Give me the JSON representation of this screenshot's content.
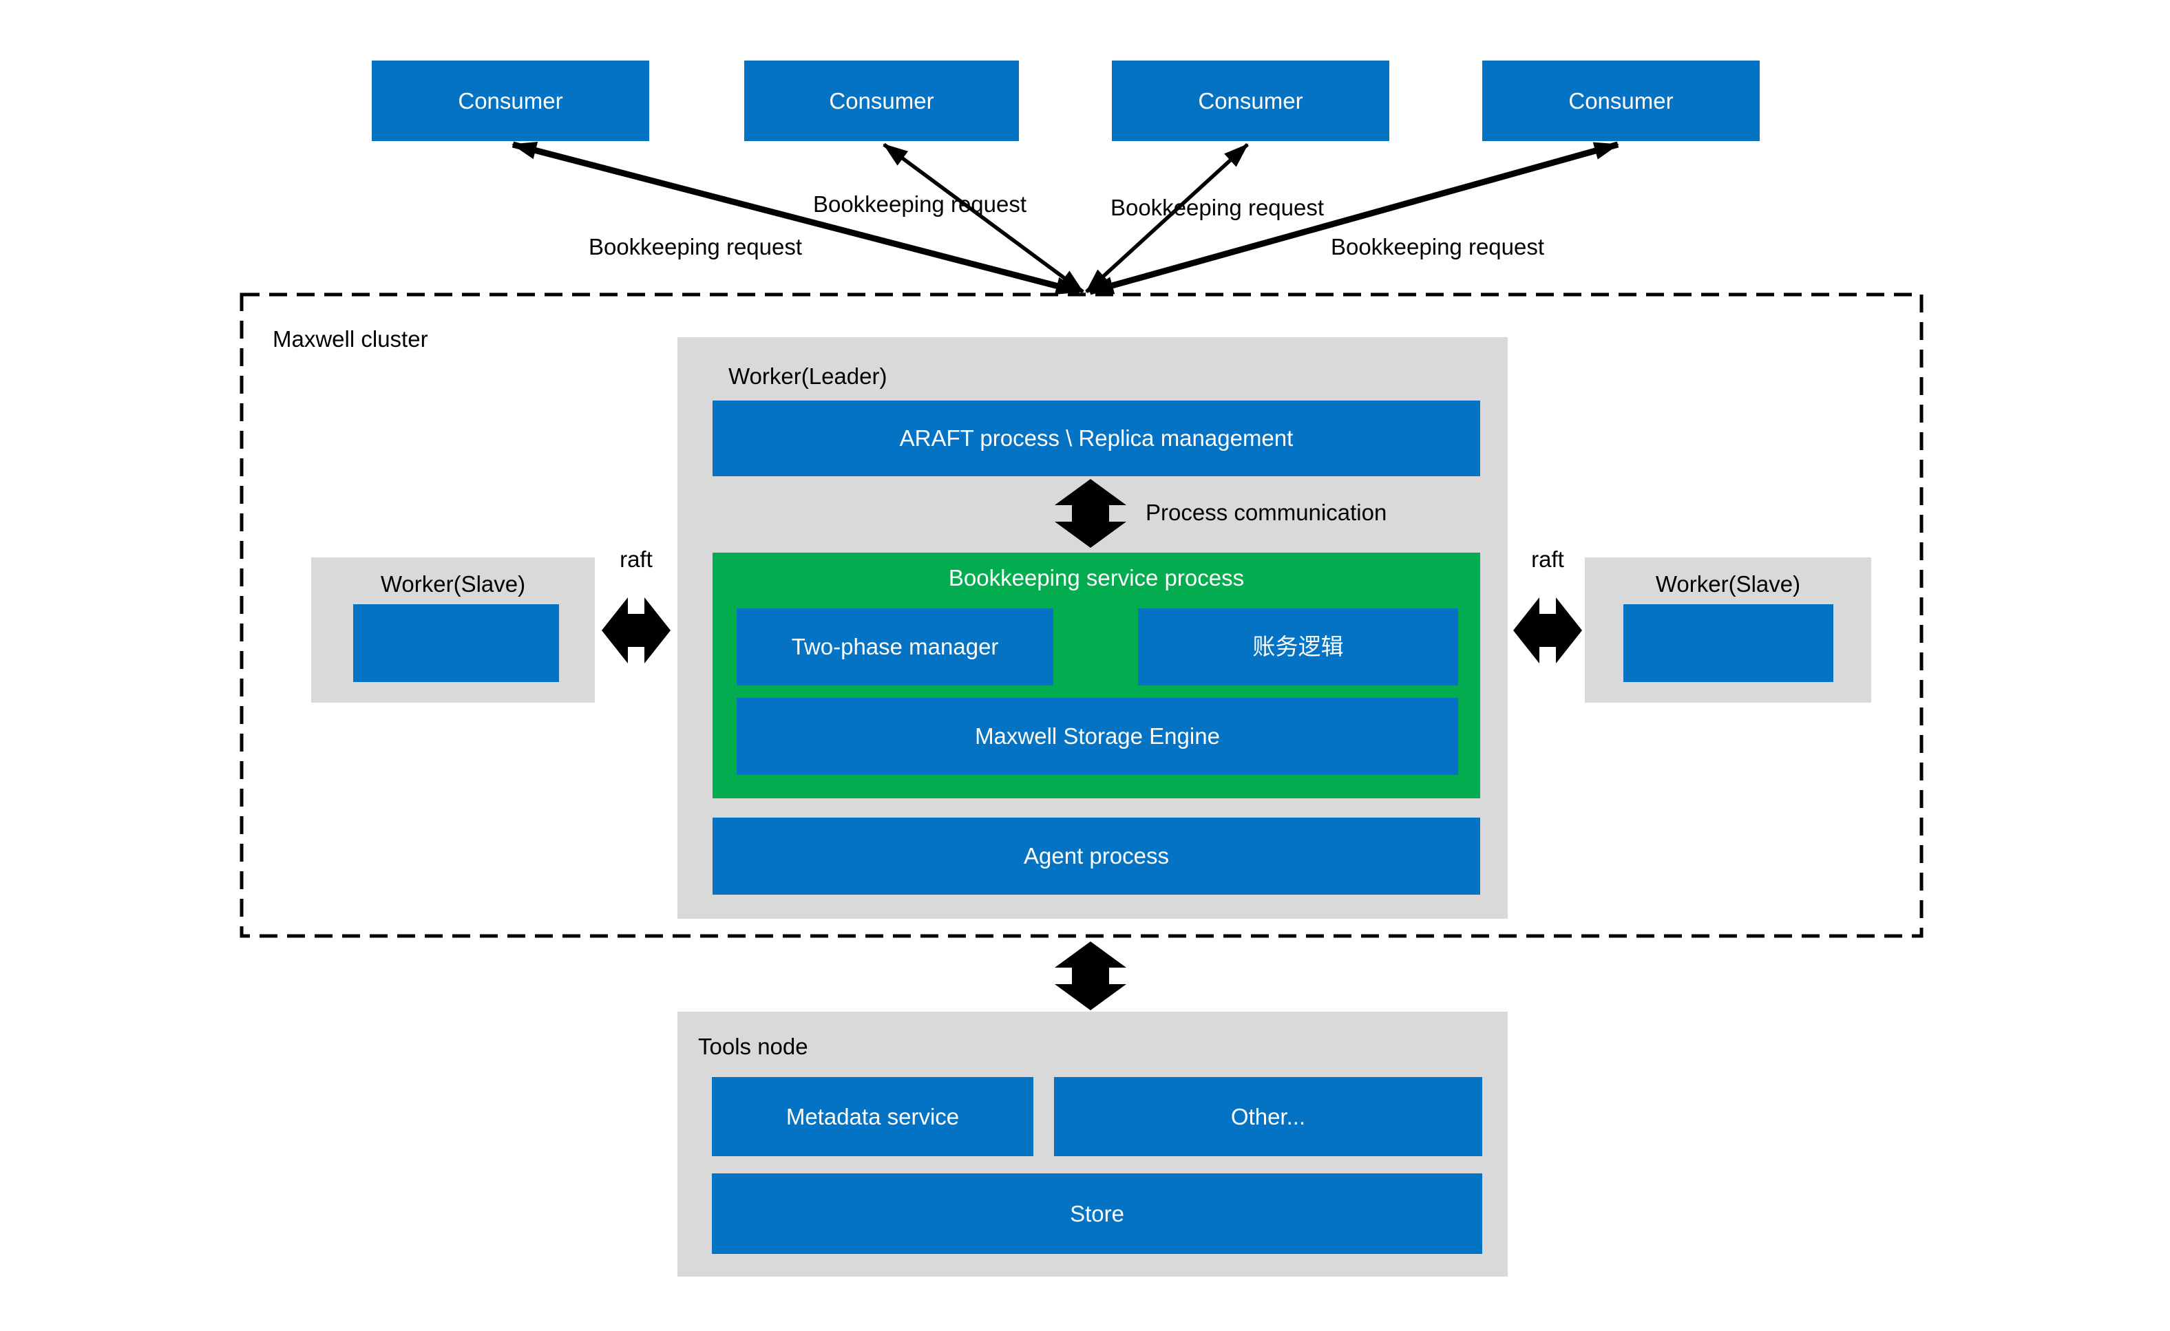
{
  "colors": {
    "blue": "#0573C4",
    "green": "#04AC50",
    "gray": "#D9D9D9",
    "ink": "#000000"
  },
  "consumers": [
    {
      "label": "Consumer"
    },
    {
      "label": "Consumer"
    },
    {
      "label": "Consumer"
    },
    {
      "label": "Consumer"
    }
  ],
  "request_labels": [
    "Bookkeeping request",
    "Bookkeeping request",
    "Bookkeeping request",
    "Bookkeeping request"
  ],
  "cluster": {
    "label": "Maxwell cluster",
    "leader": {
      "title": "Worker(Leader)",
      "araft": "ARAFT process \\ Replica management",
      "process_comm": "Process communication",
      "service": {
        "title": "Bookkeeping service process",
        "two_phase": "Two-phase manager",
        "accounting": "账务逻辑",
        "storage": "Maxwell Storage Engine"
      },
      "agent": "Agent process"
    },
    "slave_left": {
      "title": "Worker(Slave)"
    },
    "slave_right": {
      "title": "Worker(Slave)"
    },
    "raft_left": "raft",
    "raft_right": "raft"
  },
  "tools": {
    "title": "Tools node",
    "metadata": "Metadata service",
    "other": "Other...",
    "store": "Store"
  }
}
